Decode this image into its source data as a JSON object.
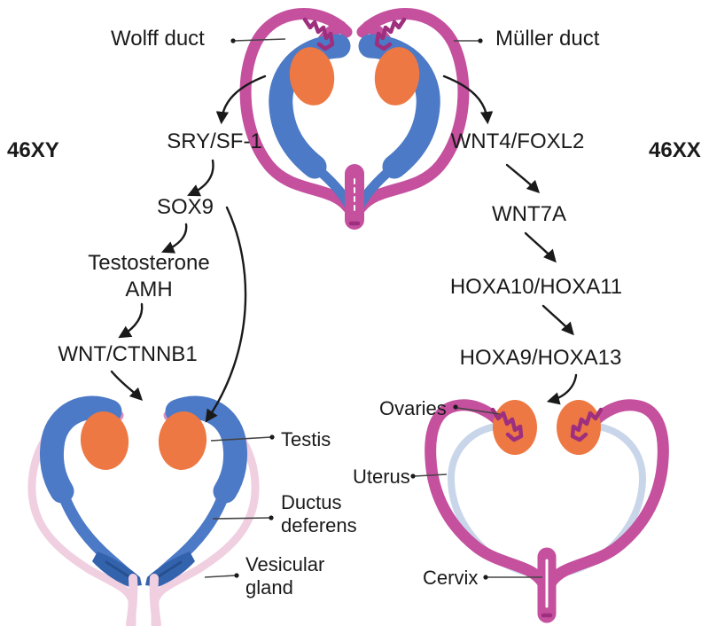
{
  "palette": {
    "magenta": "#C4509E",
    "dark-magenta": "#9E2F7E",
    "blue": "#4C7AC6",
    "dark-blue": "#3463AE",
    "darker-blue": "#27508F",
    "orange": "#EE7843",
    "pale-pink": "#F0D0E0",
    "rose": "#DC8FC0",
    "pale-blue": "#C9D6EA",
    "ink": "#1A1A1A",
    "line": "#444444"
  },
  "ducts": {
    "wolff": "Wolff duct",
    "muller": "Müller duct"
  },
  "karyotypes": {
    "male": "46XY",
    "female": "46XX"
  },
  "male_pathway": {
    "step1": "SRY/SF-1",
    "step2": "SOX9",
    "step3a": "Testosterone",
    "step3b": "AMH",
    "step4": "WNT/CTNNB1"
  },
  "female_pathway": {
    "step1": "WNT4/FOXL2",
    "step2": "WNT7A",
    "step3": "HOXA10/HOXA11",
    "step4": "HOXA9/HOXA13"
  },
  "male_anatomy": {
    "testis": "Testis",
    "ductus_deferens_line1": "Ductus",
    "ductus_deferens_line2": "deferens",
    "vesicular_gland_line1": "Vesicular",
    "vesicular_gland_line2": "gland"
  },
  "female_anatomy": {
    "ovaries": "Ovaries",
    "uterus": "Uterus",
    "cervix": "Cervix"
  }
}
